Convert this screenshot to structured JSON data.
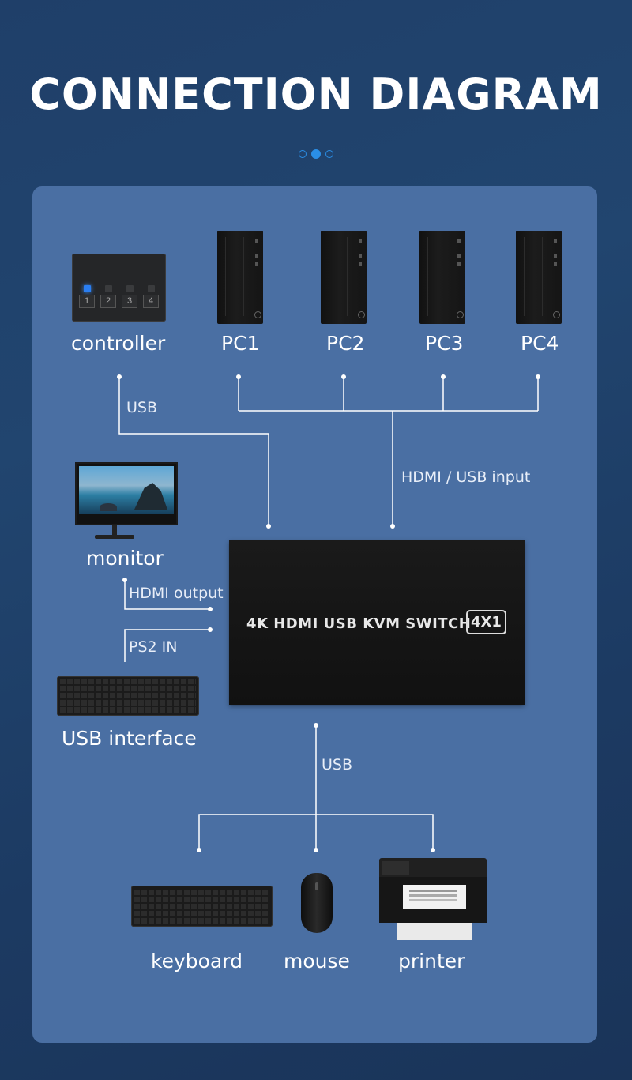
{
  "title": "CONNECTION DIAGRAM",
  "pagination": {
    "count": 3,
    "active": 2
  },
  "devices": {
    "controller": {
      "label": "controller",
      "keys": [
        "1",
        "2",
        "3",
        "4"
      ]
    },
    "pcs": [
      "PC1",
      "PC2",
      "PC3",
      "PC4"
    ],
    "monitor": "monitor",
    "usb_interface": "USB interface",
    "keyboard": "keyboard",
    "mouse": "mouse",
    "printer": "printer"
  },
  "switch": {
    "label": "4K HDMI USB KVM SWITCH",
    "badge": "4X1"
  },
  "connections": {
    "controller_usb": "USB",
    "pc_input": "HDMI / USB input",
    "hdmi_output": "HDMI output",
    "ps2_in": "PS2 IN",
    "usb_out": "USB"
  }
}
